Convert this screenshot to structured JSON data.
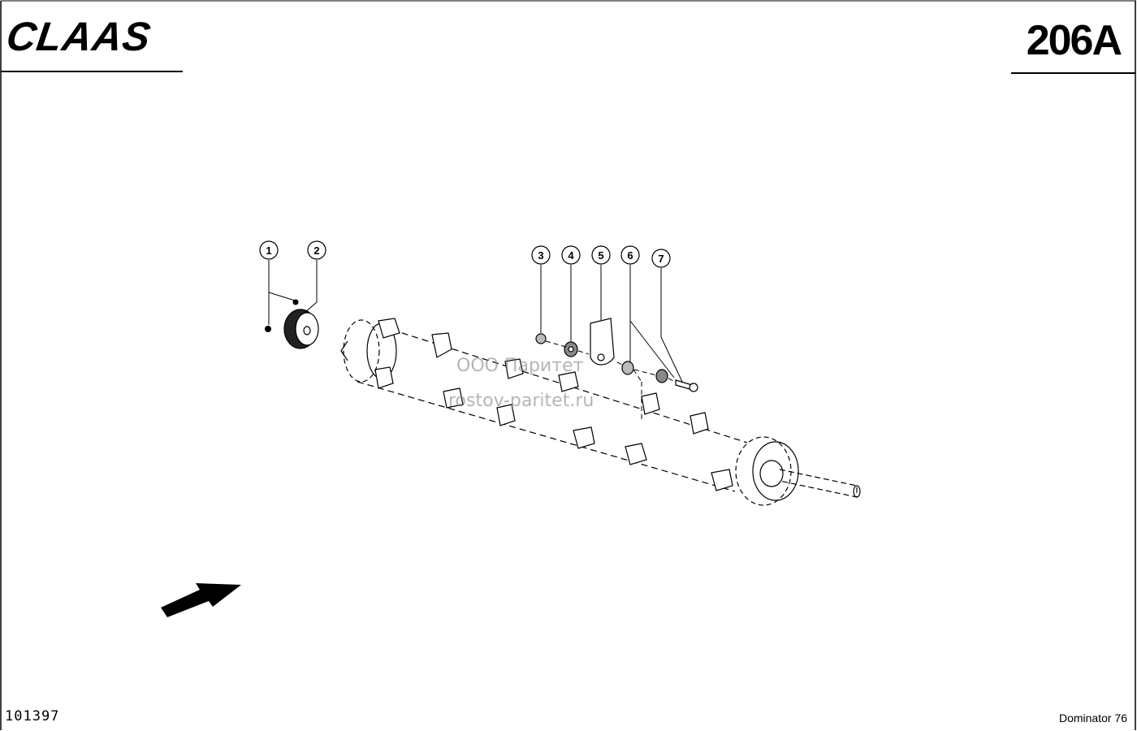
{
  "header": {
    "brand": "CLAAS",
    "page_number": "206A"
  },
  "footer": {
    "document_id": "101397",
    "model": "Dominator 76"
  },
  "watermark": {
    "line1": "ООО Паритет",
    "line2": "rostov-paritet.ru"
  },
  "callouts": [
    "1",
    "2",
    "3",
    "4",
    "5",
    "6",
    "7"
  ],
  "colors": {
    "ink": "#000000",
    "paper": "#ffffff",
    "watermark": "#787878"
  }
}
